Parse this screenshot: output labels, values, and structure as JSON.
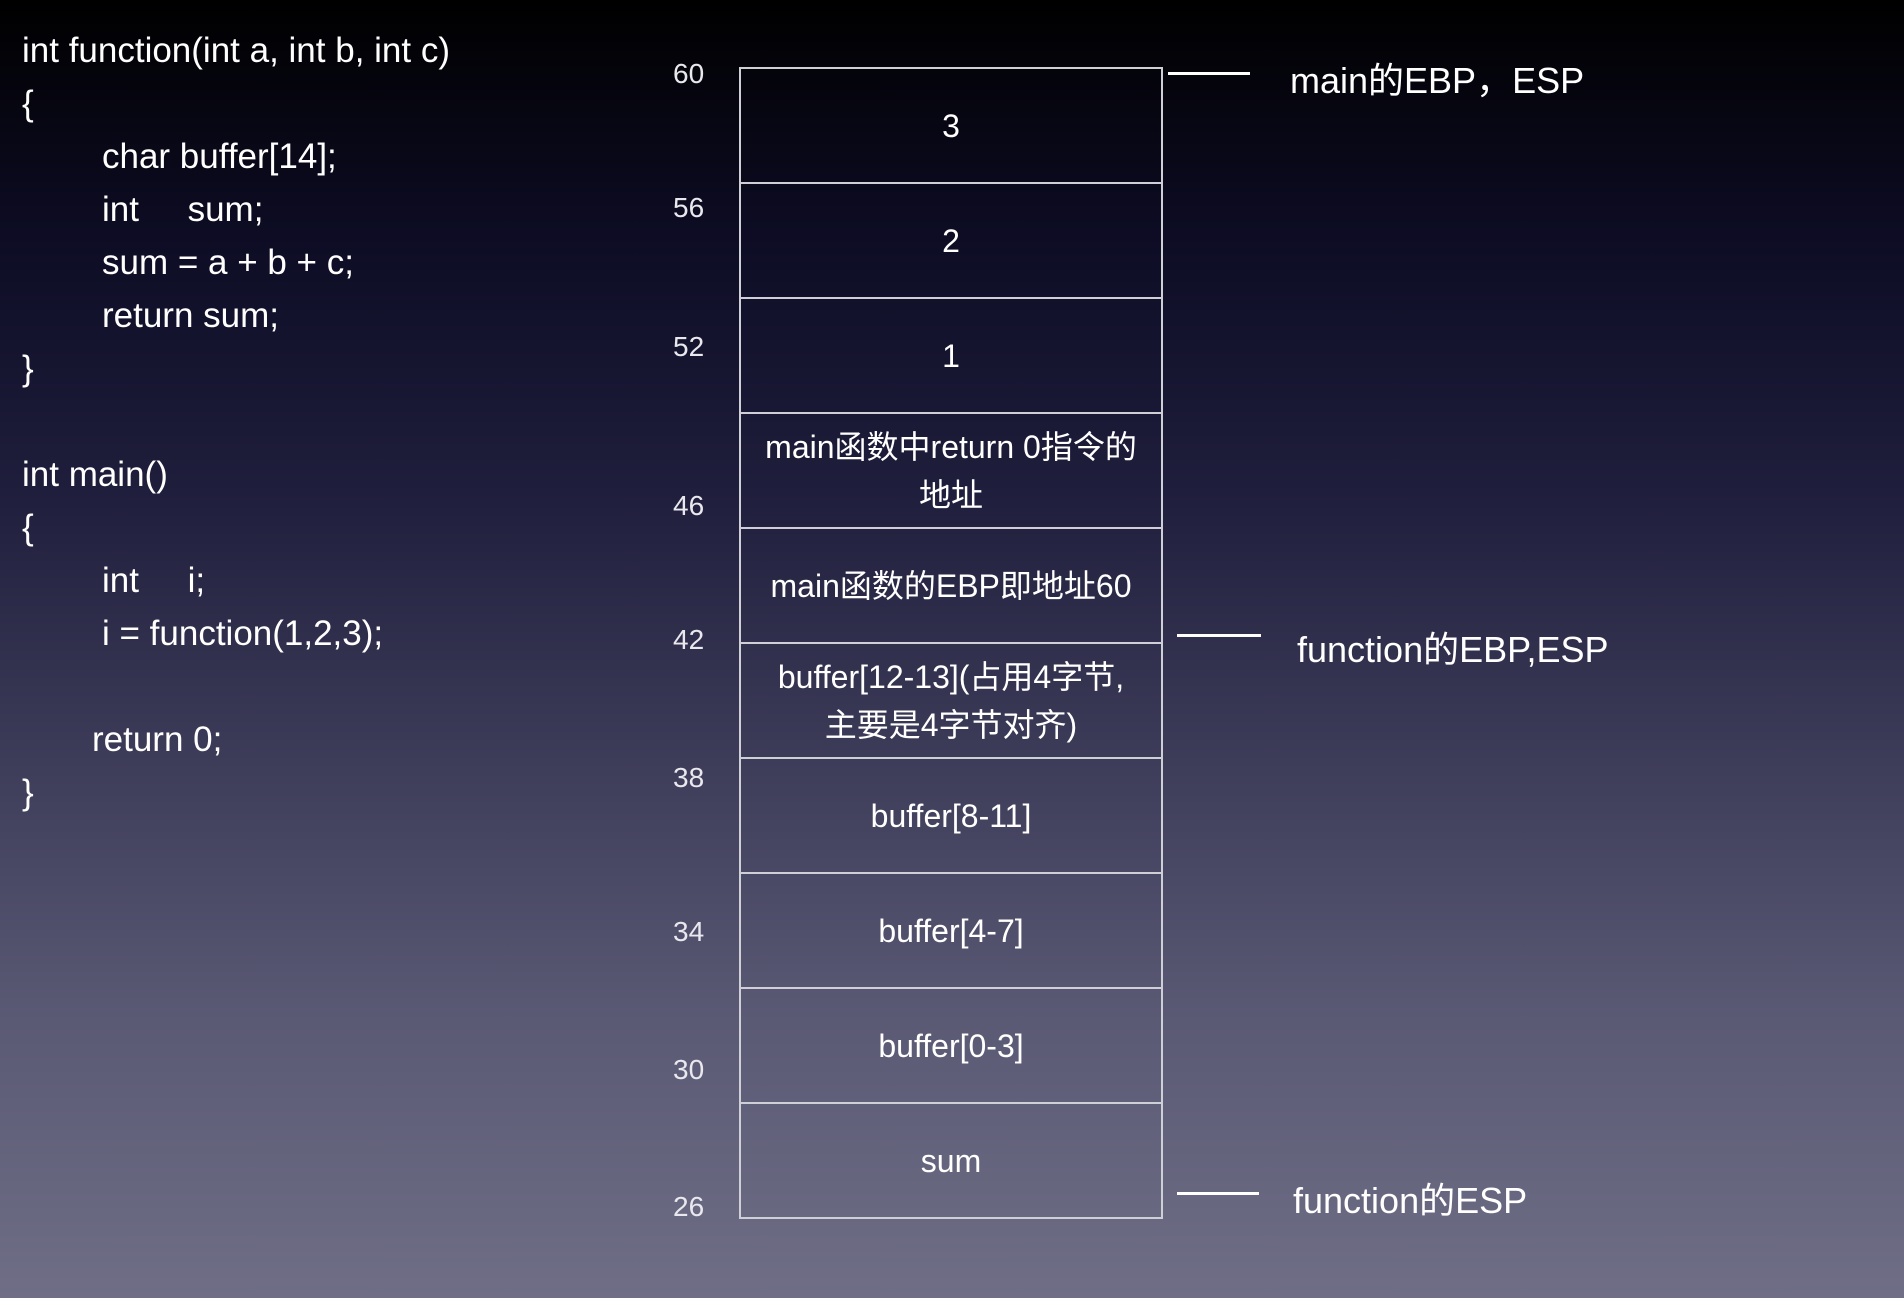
{
  "code": {
    "lines": [
      {
        "text": "int function(int a, int b, int c)",
        "indent": 0
      },
      {
        "text": "{",
        "indent": 0
      },
      {
        "text": "char buffer[14];",
        "indent": 1
      },
      {
        "text": "int     sum;",
        "indent": 1
      },
      {
        "text": "sum = a + b + c;",
        "indent": 1
      },
      {
        "text": "return sum;",
        "indent": 1
      },
      {
        "text": "}",
        "indent": 0
      },
      {
        "text": "",
        "indent": 0
      },
      {
        "text": "int main()",
        "indent": 0
      },
      {
        "text": "{",
        "indent": 0
      },
      {
        "text": "int     i;",
        "indent": 1
      },
      {
        "text": "i = function(1,2,3);",
        "indent": 1
      },
      {
        "text": "",
        "indent": 0
      },
      {
        "text": "return 0;",
        "indent": 2
      },
      {
        "text": "}",
        "indent": 0
      }
    ]
  },
  "stack": {
    "cells": [
      {
        "lines": [
          "3"
        ]
      },
      {
        "lines": [
          "2"
        ]
      },
      {
        "lines": [
          "1"
        ]
      },
      {
        "lines": [
          "main函数中return 0指令的",
          "地址"
        ]
      },
      {
        "lines": [
          "main函数的EBP即地址60"
        ]
      },
      {
        "lines": [
          "buffer[12-13](占用4字节,",
          "主要是4字节对齐)"
        ]
      },
      {
        "lines": [
          "buffer[8-11]"
        ]
      },
      {
        "lines": [
          "buffer[4-7]"
        ]
      },
      {
        "lines": [
          "buffer[0-3]"
        ]
      },
      {
        "lines": [
          "sum"
        ]
      }
    ],
    "addresses": [
      "60",
      "56",
      "52",
      "46",
      "42",
      "38",
      "34",
      "30",
      "26"
    ]
  },
  "pointers": [
    {
      "label": "main的EBP，ESP"
    },
    {
      "label": "function的EBP,ESP"
    },
    {
      "label": "function的ESP"
    }
  ]
}
